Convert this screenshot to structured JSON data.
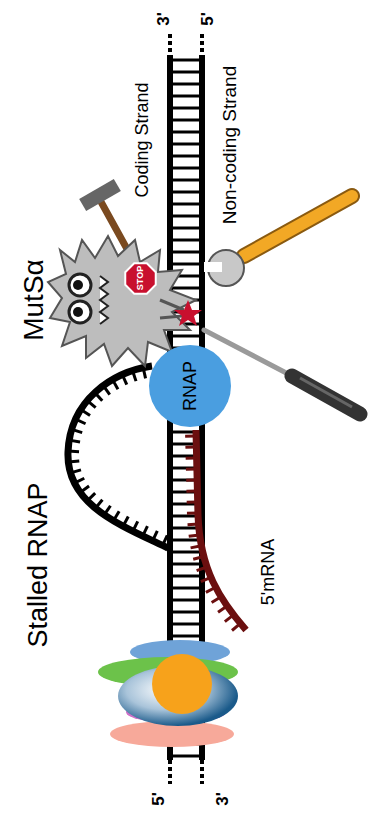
{
  "diagram": {
    "nodes": [
      {
        "text": [
          "STOP"
        ]
      },
      {
        "text": [
          "RNAP"
        ]
      }
    ],
    "labels": [
      "3'",
      "5'",
      "Coding Strand",
      "Non-coding Strand",
      "MutSα",
      "5'mRNA",
      "Stalled RNAP",
      "5'",
      "3'"
    ]
  }
}
